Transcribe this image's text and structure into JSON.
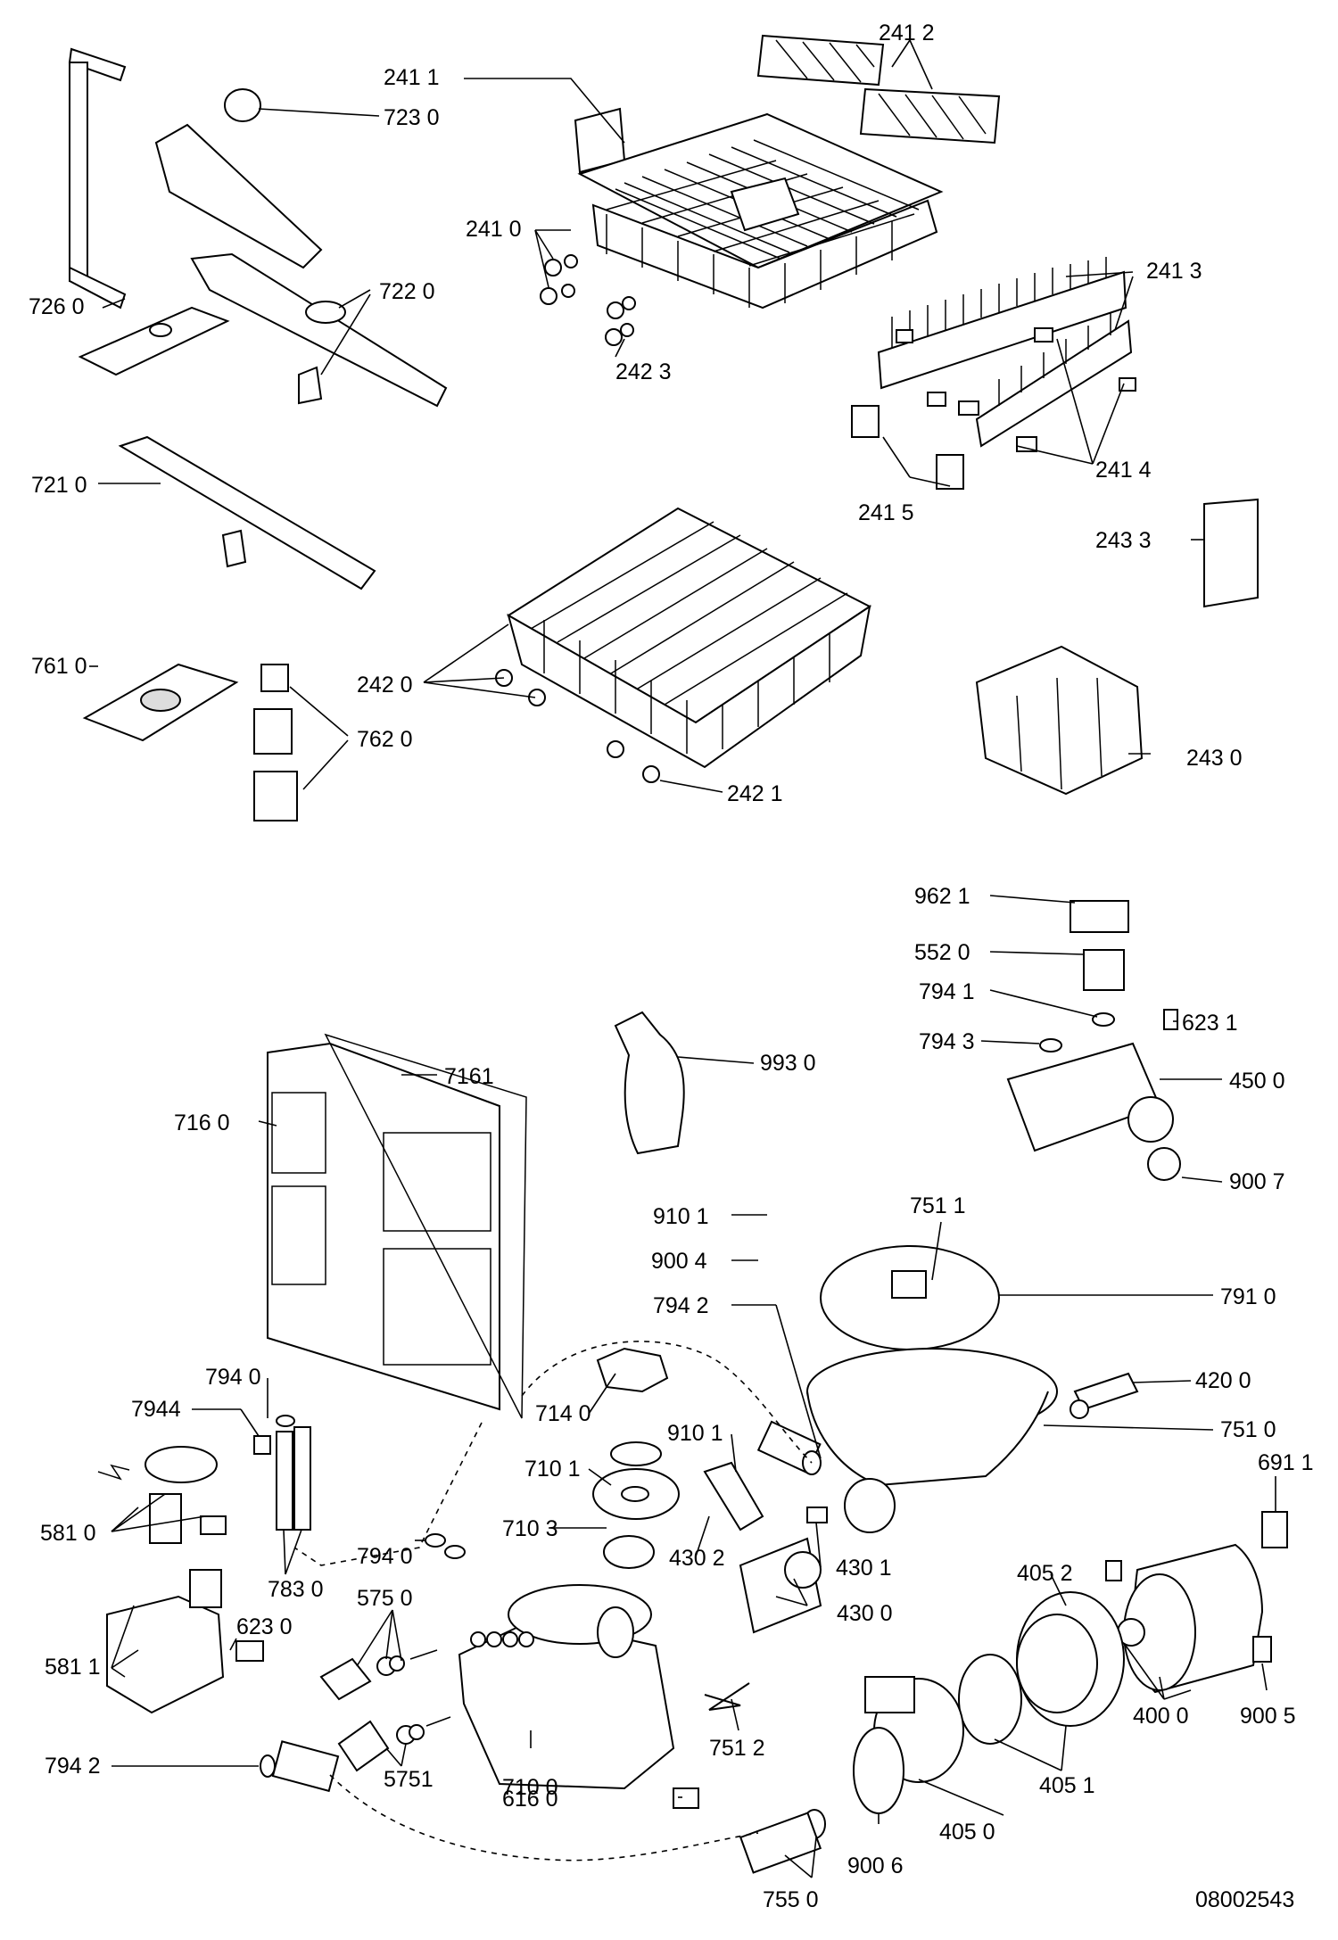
{
  "drawing_number": "08002543",
  "labels": {
    "l2411": "241 1",
    "l2412": "241 2",
    "l7230": "723 0",
    "l2410": "241 0",
    "l2413": "241 3",
    "l7260": "726 0",
    "l7220": "722 0",
    "l2423": "242 3",
    "l2414": "241 4",
    "l7210": "721 0",
    "l2415": "241 5",
    "l2433": "243 3",
    "l7610": "761 0",
    "l2420": "242 0",
    "l7620": "762 0",
    "l2430": "243 0",
    "l2421": "242 1",
    "l9621": "962 1",
    "l5520": "552 0",
    "l7941": "794 1",
    "l6231": "623 1",
    "l7943": "794 3",
    "l4500": "450 0",
    "l9930": "993 0",
    "l7161": "7161",
    "l7160": "716 0",
    "l9007": "900 7",
    "l7511": "751 1",
    "l9101": "910 1",
    "l9004": "900 4",
    "l7942a": "794 2",
    "l7910": "791 0",
    "l7940a": "794 0",
    "l4200": "420 0",
    "l7944": "7944",
    "l7140": "714 0",
    "l9101b": "910 1",
    "l7510": "751 0",
    "l7101": "710 1",
    "l6911": "691 1",
    "l5810": "581 0",
    "l4302": "430 2",
    "l4301": "430 1",
    "l7103": "710 3",
    "l7940b": "794 0",
    "l4052": "405 2",
    "l7830": "783 0",
    "l5750": "575 0",
    "l4300": "430 0",
    "l6230": "623 0",
    "l5811": "581 1",
    "l4000": "400 0",
    "l9005": "900 5",
    "l7512": "751 2",
    "l7942b": "794 2",
    "l5751": "5751",
    "l7100": "710 0",
    "l4051": "405 1",
    "l6160": "616 0",
    "l4050": "405 0",
    "l9006": "900 6",
    "l7550": "755 0"
  }
}
